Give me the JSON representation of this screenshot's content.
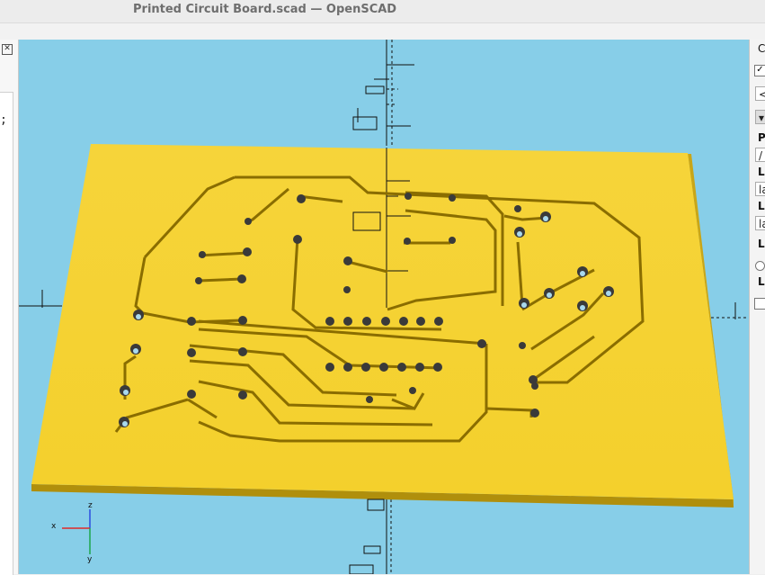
{
  "window": {
    "title": "Printed Circuit Board.scad — OpenSCAD"
  },
  "editor": {
    "close_glyph": "✕",
    "visible_char": ";"
  },
  "viewport": {
    "background": "#87cee8",
    "board_color": "#f7d234",
    "axes": {
      "x_label": "x",
      "y_label": "y",
      "z_label": "z"
    }
  },
  "customizer": {
    "header_fragment": "C",
    "auto_preview_checked": "✓",
    "preset_button": "<",
    "dropdown_arrow": "▾",
    "labels": [
      "P",
      "L",
      "L",
      "L",
      "L"
    ],
    "values": [
      "/",
      "la",
      "la"
    ]
  }
}
